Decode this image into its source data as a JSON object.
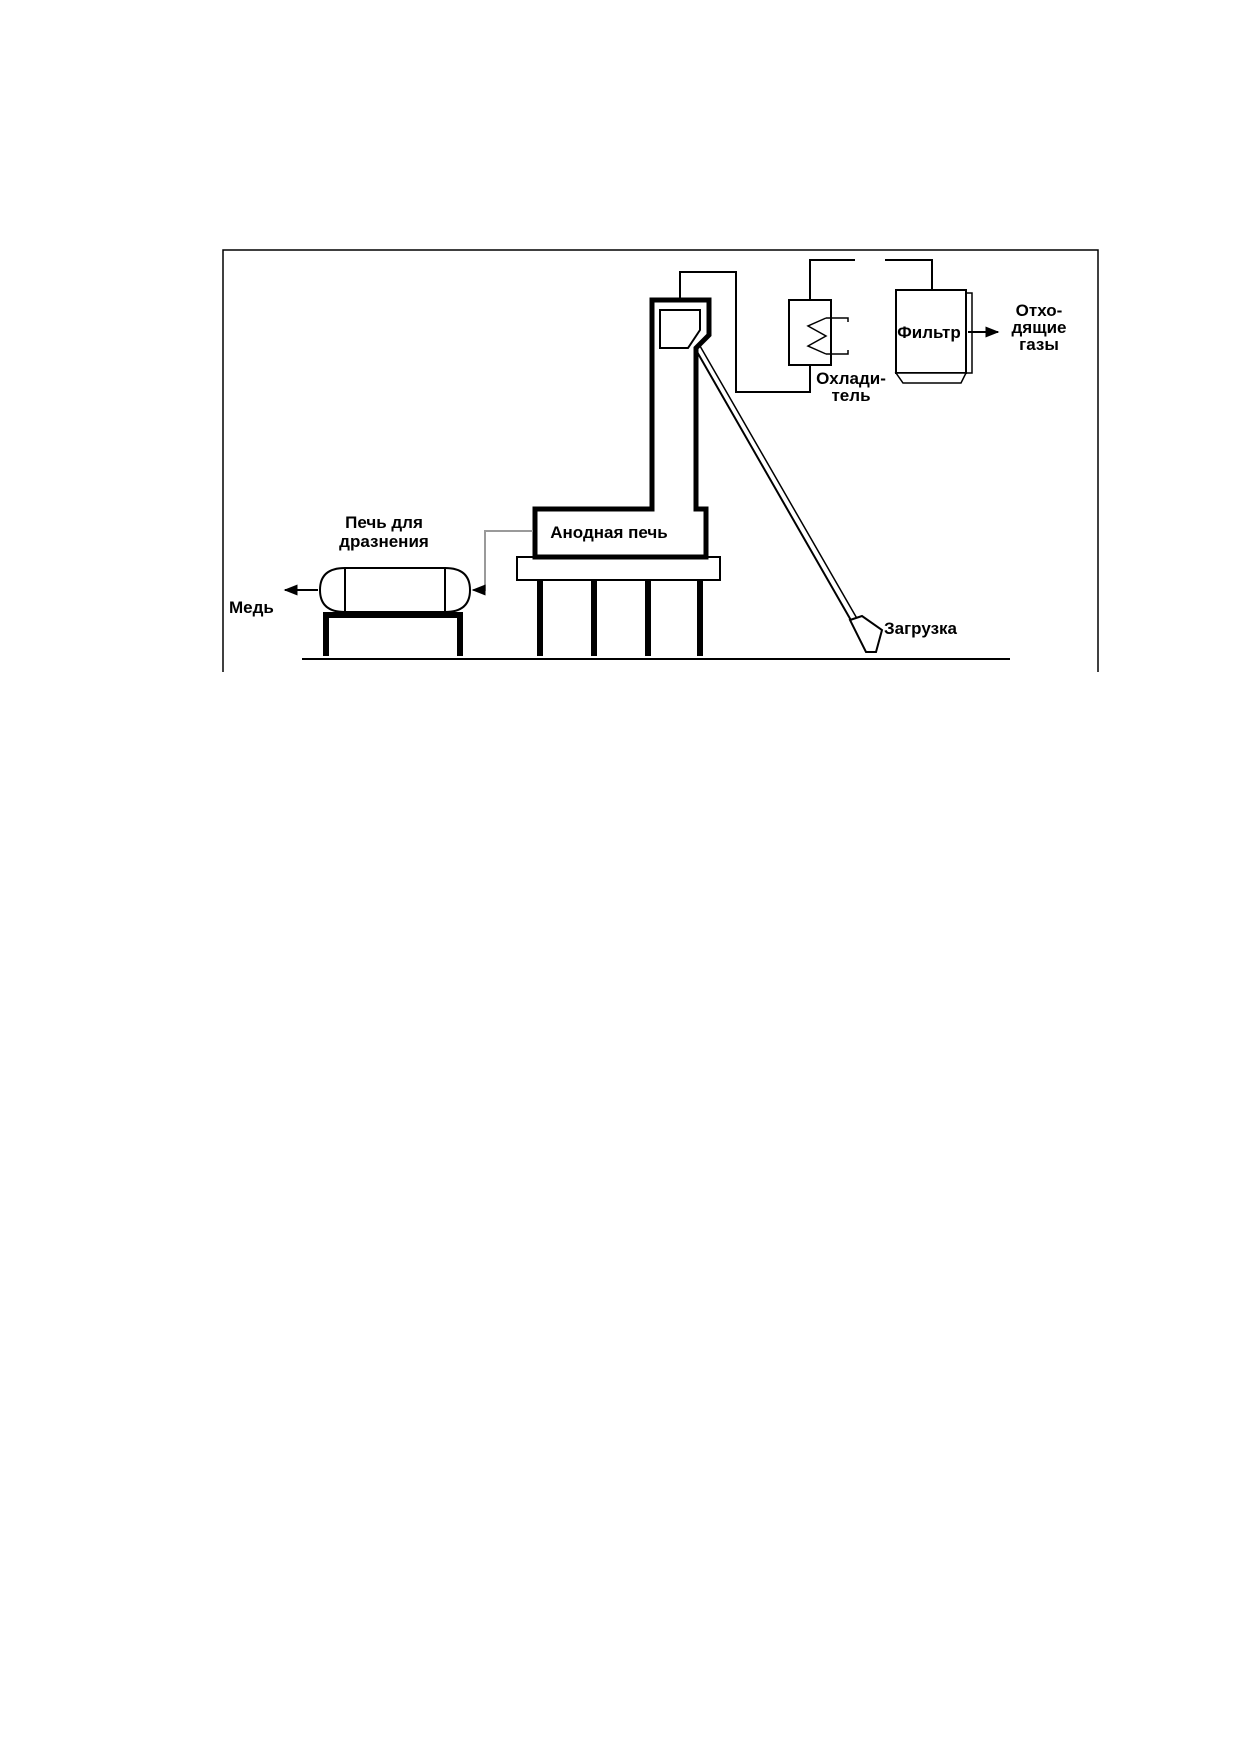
{
  "labels": {
    "tapping_furnace_line1": "Печь для",
    "tapping_furnace_line2": "дразнения",
    "anode_furnace": "Анодная печь",
    "copper": "Медь",
    "charge": "Загрузка",
    "cooler_line1": "Охлади-",
    "cooler_line2": "тель",
    "filter": "Фильтр",
    "offgas_line1": "Отхо-",
    "offgas_line2": "дящие",
    "offgas_line3": "газы"
  },
  "colors": {
    "line": "#000000",
    "connector": "#9a9a9a",
    "background": "#ffffff"
  }
}
